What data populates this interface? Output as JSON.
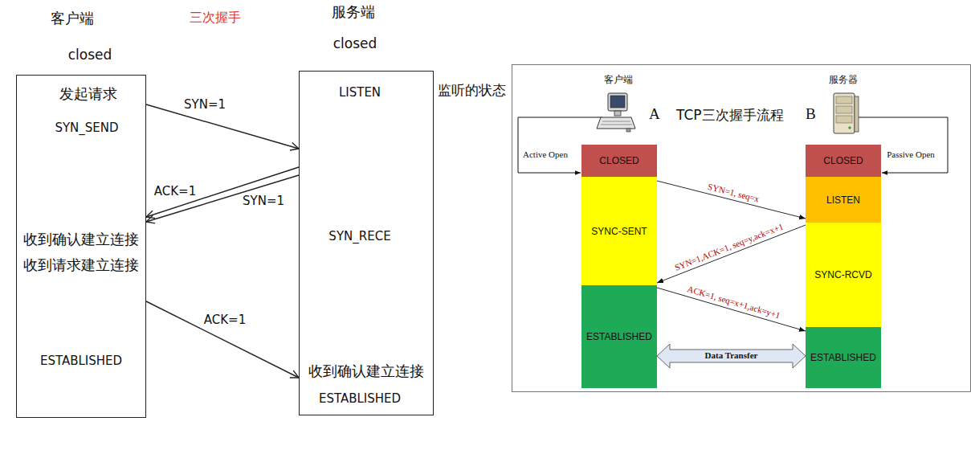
{
  "diagram": {
    "nodes": [
      {
        "text": [
          "客户端",
          "closed",
          "发起请求",
          "SYN_SEND",
          "收到确认建立连接",
          "收到请求建立连接",
          "ESTABLISHED"
        ]
      },
      {
        "text": [
          "服务端",
          "closed",
          "LISTEN",
          "SYN_RECE",
          "收到确认建立连接",
          "ESTABLISHED"
        ]
      },
      {
        "text": [
          "CLOSED"
        ]
      },
      {
        "text": [
          "SYNC-SENT"
        ]
      },
      {
        "text": [
          "ESTABLISHED"
        ]
      },
      {
        "text": [
          "CLOSED"
        ]
      },
      {
        "text": [
          "LISTEN"
        ]
      },
      {
        "text": [
          "SYNC-RCVD"
        ]
      },
      {
        "text": [
          "ESTABLISHED"
        ]
      }
    ],
    "edges": [
      {
        "from": 0,
        "to": 1,
        "label": "SYN=1",
        "arrow": "to"
      },
      {
        "from": 1,
        "to": 0,
        "label": "ACK=1",
        "arrow": "to"
      },
      {
        "from": 1,
        "to": 0,
        "label": "SYN=1",
        "arrow": "to"
      },
      {
        "from": 0,
        "to": 1,
        "label": "ACK=1",
        "arrow": "to"
      },
      {
        "from": 3,
        "to": 6,
        "label": "SYN=1, seq=x",
        "arrow": "to"
      },
      {
        "from": 7,
        "to": 3,
        "label": "SYN=1,ACK=1, seq=y,ack=x+1",
        "arrow": "to"
      },
      {
        "from": 4,
        "to": 8,
        "label": "ACK=1, seq=x+1,ack=y+1",
        "arrow": "to"
      },
      {
        "from": 4,
        "to": 8,
        "label": "Data Transfer",
        "arrow": "both"
      }
    ],
    "labels": [
      "三次握手",
      "监听的状态",
      "客户端",
      "服务器",
      "A",
      "TCP三次握手流程",
      "B",
      "Active Open",
      "Passive Open"
    ]
  }
}
